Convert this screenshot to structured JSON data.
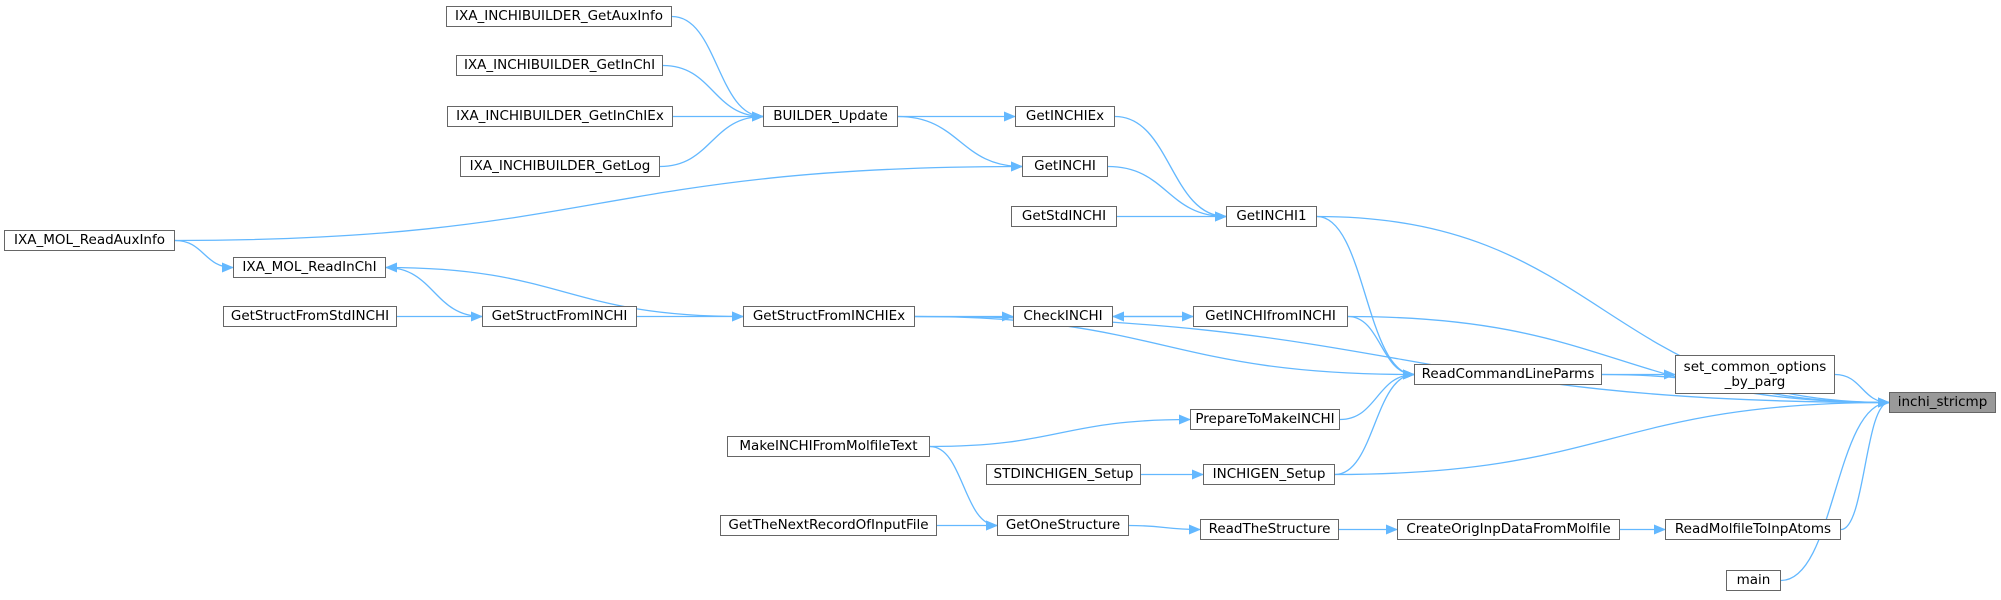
{
  "graph": {
    "edge_color": "#63b8ff",
    "root_fill": "#999999",
    "node_border": "#666666",
    "nodes": {
      "root": "inchi_stricmp",
      "set_common": [
        "set_common_options",
        "_by_parg"
      ],
      "read_cmd": "ReadCommandLineParms",
      "get_inchi1": "GetINCHI1",
      "get_inchi_ex": "GetINCHIEx",
      "get_inchi": "GetINCHI",
      "get_std_inchi": "GetStdINCHI",
      "builder_update": "BUILDER_Update",
      "ixa_aux": "IXA_INCHIBUILDER_GetAuxInfo",
      "ixa_inchi": "IXA_INCHIBUILDER_GetInChI",
      "ixa_inchi_ex": "IXA_INCHIBUILDER_GetInChIEx",
      "ixa_log": "IXA_INCHIBUILDER_GetLog",
      "mol_read_aux": "IXA_MOL_ReadAuxInfo",
      "mol_read_inchi": "IXA_MOL_ReadInChI",
      "struct_from_std": "GetStructFromStdINCHI",
      "struct_from_inchi": "GetStructFromINCHI",
      "struct_from_inchi_ex": "GetStructFromINCHIEx",
      "check_inchi": "CheckINCHI",
      "get_inchi_from_inchi": "GetINCHIfromINCHI",
      "prepare": "PrepareToMakeINCHI",
      "make_from_molfile": "MakeINCHIFromMolfileText",
      "std_setup": "STDINCHIGEN_Setup",
      "inchigen_setup": "INCHIGEN_Setup",
      "next_record": "GetTheNextRecordOfInputFile",
      "one_structure": "GetOneStructure",
      "read_structure": "ReadTheStructure",
      "create_orig": "CreateOrigInpDataFromMolfile",
      "read_molfile": "ReadMolfileToInpAtoms",
      "main": "main"
    },
    "edges": [
      [
        "get_inchi1",
        "root"
      ],
      [
        "struct_from_inchi_ex",
        "root"
      ],
      [
        "get_inchi_from_inchi",
        "root"
      ],
      [
        "set_common",
        "root"
      ],
      [
        "read_cmd",
        "root"
      ],
      [
        "inchigen_setup",
        "root"
      ],
      [
        "read_molfile",
        "root"
      ],
      [
        "main",
        "root"
      ],
      [
        "read_cmd",
        "set_common"
      ],
      [
        "get_inchi1",
        "read_cmd"
      ],
      [
        "get_inchi_from_inchi",
        "read_cmd"
      ],
      [
        "struct_from_inchi_ex",
        "read_cmd"
      ],
      [
        "prepare",
        "read_cmd"
      ],
      [
        "inchigen_setup",
        "read_cmd"
      ],
      [
        "get_inchi_ex",
        "get_inchi1"
      ],
      [
        "get_inchi",
        "get_inchi1"
      ],
      [
        "get_std_inchi",
        "get_inchi1"
      ],
      [
        "builder_update",
        "get_inchi_ex"
      ],
      [
        "builder_update",
        "get_inchi"
      ],
      [
        "mol_read_aux",
        "get_inchi"
      ],
      [
        "ixa_aux",
        "builder_update"
      ],
      [
        "ixa_inchi",
        "builder_update"
      ],
      [
        "ixa_inchi_ex",
        "builder_update"
      ],
      [
        "ixa_log",
        "builder_update"
      ],
      [
        "mol_read_aux",
        "mol_read_inchi"
      ],
      [
        "mol_read_inchi",
        "struct_from_inchi_ex"
      ],
      [
        "struct_from_inchi",
        "mol_read_inchi"
      ],
      [
        "struct_from_std",
        "struct_from_inchi"
      ],
      [
        "struct_from_inchi",
        "struct_from_inchi_ex"
      ],
      [
        "struct_from_inchi_ex",
        "check_inchi"
      ],
      [
        "check_inchi",
        "get_inchi_from_inchi"
      ],
      [
        "get_inchi_from_inchi",
        "check_inchi"
      ],
      [
        "make_from_molfile",
        "prepare"
      ],
      [
        "std_setup",
        "inchigen_setup"
      ],
      [
        "make_from_molfile",
        "one_structure"
      ],
      [
        "next_record",
        "one_structure"
      ],
      [
        "one_structure",
        "read_structure"
      ],
      [
        "read_structure",
        "create_orig"
      ],
      [
        "create_orig",
        "read_molfile"
      ]
    ]
  }
}
